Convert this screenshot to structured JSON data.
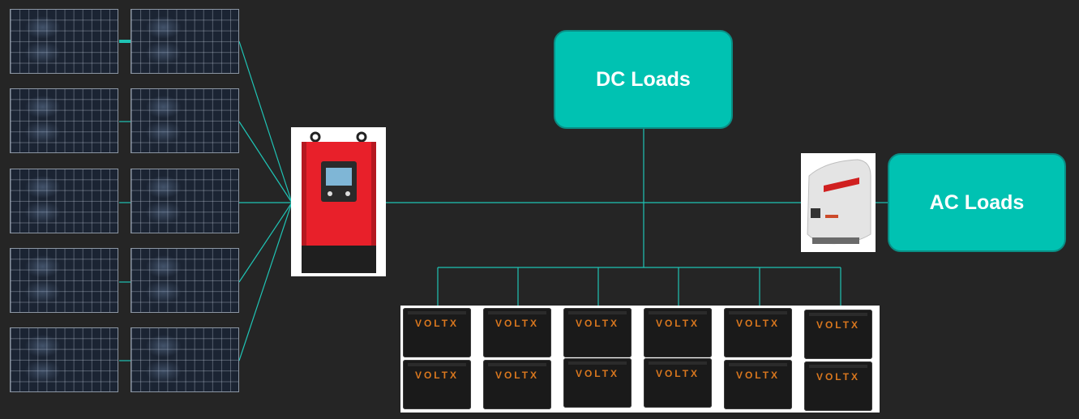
{
  "dc_loads": {
    "label": "DC Loads"
  },
  "ac_loads": {
    "label": "AC Loads"
  },
  "battery_brand": "VOLTX",
  "colors": {
    "background": "#252525",
    "wire": "#1fc4b5",
    "load_box": "#00c2b2",
    "controller_body": "#e8202a"
  }
}
